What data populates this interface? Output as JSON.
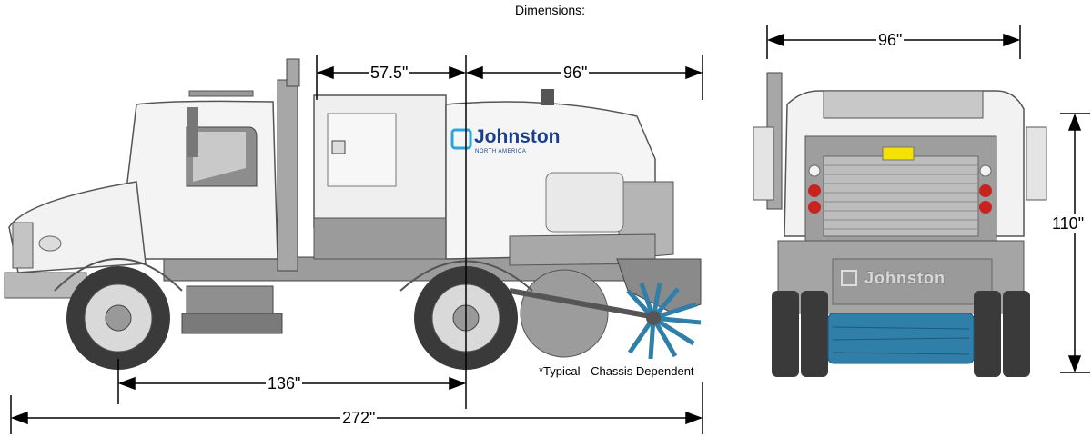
{
  "title": "Dimensions:",
  "side_view": {
    "dimensions": {
      "hopper_length": "57.5\"",
      "rear_overhang": "96\"",
      "wheelbase": "136\"",
      "overall_length": "272\""
    },
    "brand": "Johnston",
    "brand_sub": "NORTH AMERICA",
    "note": "*Typical - Chassis Dependent"
  },
  "rear_view": {
    "dimensions": {
      "width": "96\"",
      "height": "110\""
    },
    "brand": "Johnston"
  },
  "colors": {
    "body_white": "#f4f4f4",
    "body_grey": "#a9a9a9",
    "dark_grey": "#6e6e6e",
    "tire": "#3a3a3a",
    "broom_blue": "#2f7fa8",
    "brand_blue": "#1a3f8f",
    "brand_cyan": "#29a6d9",
    "light_red": "#c8231e",
    "plate_yellow": "#f5e200"
  }
}
